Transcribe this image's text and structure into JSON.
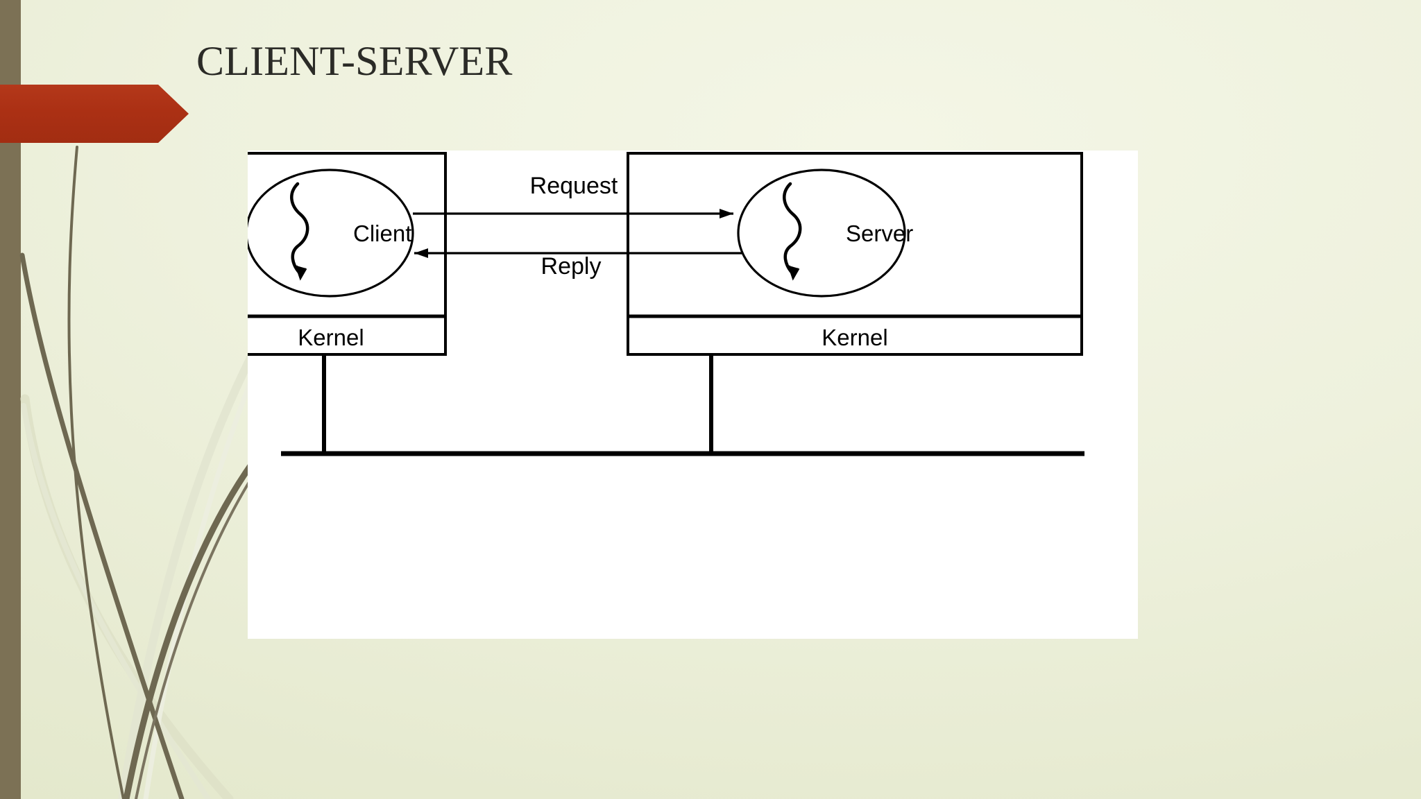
{
  "slide": {
    "title": "CLIENT-SERVER",
    "accent_color": "#b03316",
    "bar_color": "#7c7155",
    "background_color": "#eef1dd",
    "panel_color": "#ffffff"
  },
  "diagram": {
    "type": "client-server request-reply model",
    "nodes": [
      {
        "id": "client",
        "process_label": "Client",
        "kernel_label": "Kernel"
      },
      {
        "id": "server",
        "process_label": "Server",
        "kernel_label": "Kernel"
      }
    ],
    "arrows": [
      {
        "id": "request",
        "label": "Request",
        "from": "client",
        "to": "server",
        "direction": "right"
      },
      {
        "id": "reply",
        "label": "Reply",
        "from": "server",
        "to": "client",
        "direction": "left"
      }
    ],
    "network": {
      "label": "",
      "description": "network bus line connecting both kernels"
    }
  }
}
